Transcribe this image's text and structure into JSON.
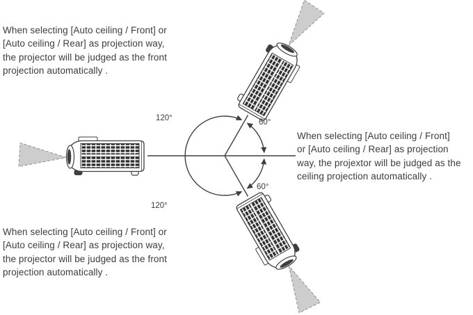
{
  "diagram": {
    "title_hint": "auto ceiling projection direction diagram",
    "angle_labels": {
      "upper_left": "120°",
      "upper_right": "60°",
      "lower_right": "60°",
      "lower_left": "120°"
    }
  },
  "notes": {
    "top_left": {
      "lines": [
        "When selecting [Auto ceiling / Front] or",
        "[Auto ceiling / Rear] as projection way,",
        "the projector will be judged as the front",
        "projection automatically ."
      ]
    },
    "right": {
      "lines": [
        "When selecting [Auto ceiling / Front]",
        "or [Auto ceiling / Rear] as projection",
        "way, the projextor will be judged as the",
        "ceiling projection automatically ."
      ]
    },
    "bottom_left": {
      "lines": [
        "When selecting [Auto ceiling / Front] or",
        "[Auto ceiling / Rear] as projection way,",
        "the projector will be judged as the front",
        "projection automatically ."
      ]
    }
  },
  "figures": {
    "projector_front": "projector-side-view-icon",
    "projector_ceiling_upper": "projector-tilted-up-icon",
    "projector_ceiling_lower": "projector-tilted-down-icon",
    "beam": "projection-beam-icon"
  },
  "colors": {
    "line": "#3f3f3f",
    "text": "#3c3c3c",
    "beam_fill": "#cdcdcd",
    "beam_stroke": "#8f8f8f",
    "grille": "#2d2d2d"
  }
}
